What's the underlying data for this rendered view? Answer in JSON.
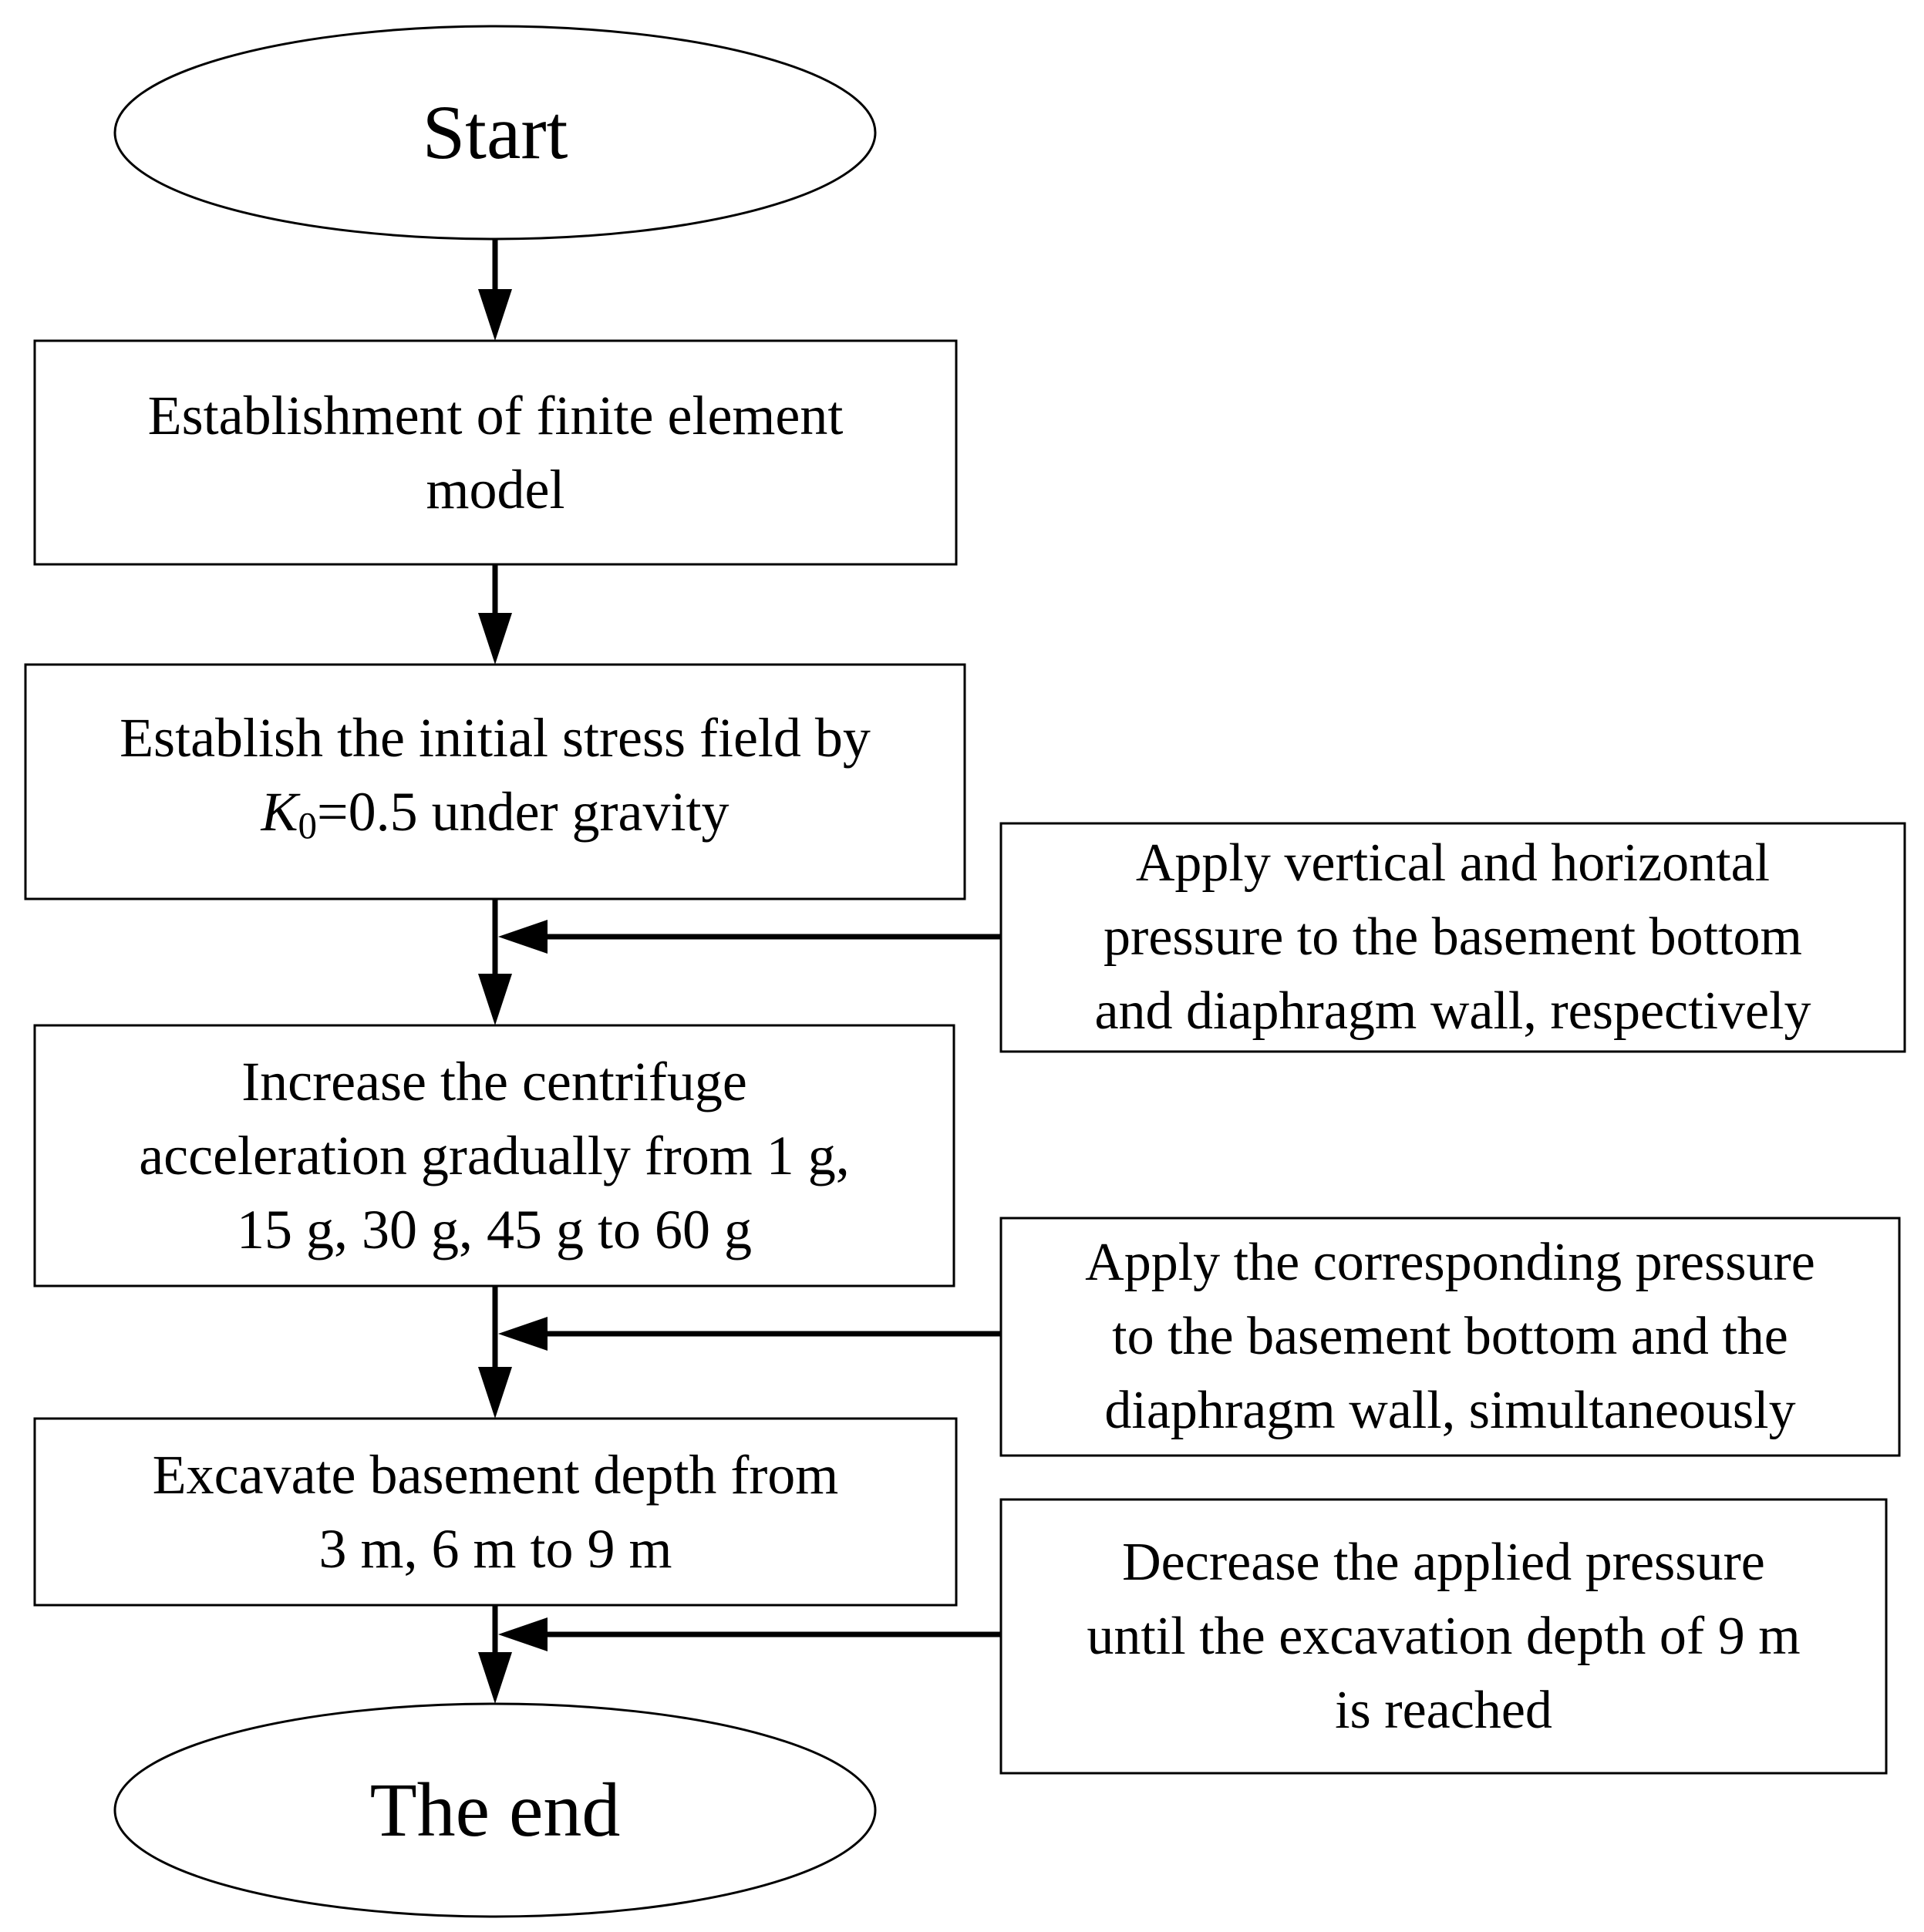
{
  "flowchart": {
    "start": "Start",
    "steps": [
      "Establishment of finite element\nmodel",
      {
        "before": "Establish the initial stress field by\n",
        "symbol": "K",
        "subscript": "0",
        "after": "=0.5 under gravity"
      },
      "Increase the centrifuge\nacceleration gradually from 1 g,\n15 g, 30 g, 45 g to 60 g",
      "Excavate basement depth from\n3 m, 6 m to 9 m"
    ],
    "side_inputs": [
      "Apply vertical and horizontal\npressure to the basement bottom\nand diaphragm wall, respectively",
      "Apply the corresponding pressure\nto the basement bottom and the\ndiaphragm wall, simultaneously",
      "Decrease the applied pressure\nuntil the excavation depth of 9 m\nis reached"
    ],
    "end": "The end"
  }
}
